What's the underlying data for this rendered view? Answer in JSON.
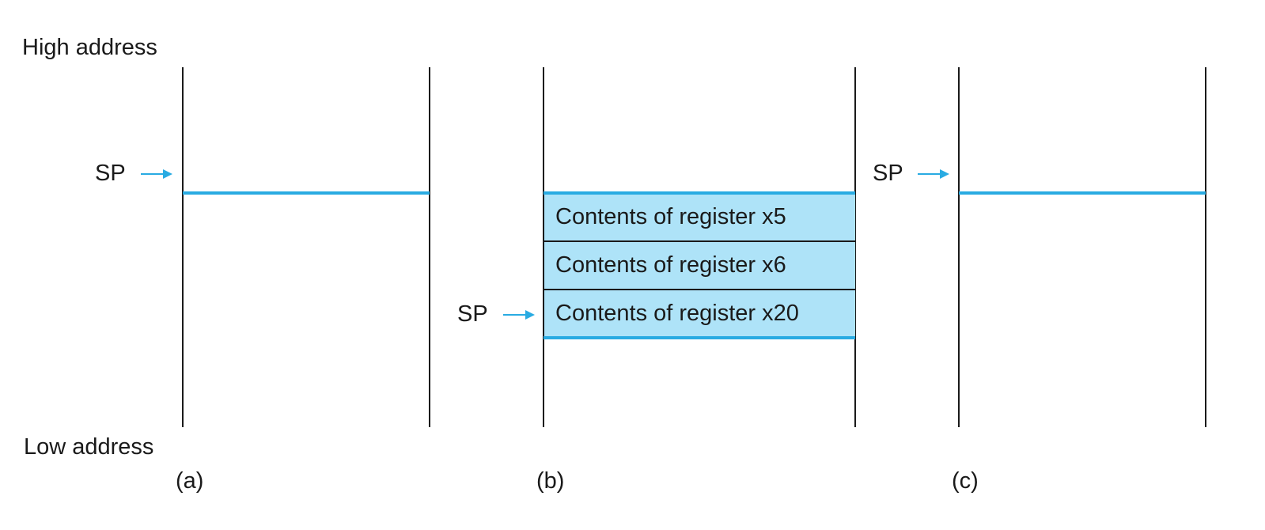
{
  "labels": {
    "high_address": "High address",
    "low_address": "Low address",
    "sp": "SP"
  },
  "panels": [
    {
      "caption": "(a)"
    },
    {
      "caption": "(b)",
      "stack": [
        "Contents of register x5",
        "Contents of register x6",
        "Contents of register x20"
      ]
    },
    {
      "caption": "(c)"
    }
  ],
  "colors": {
    "accent": "#29abe2",
    "fill": "#aee3f8",
    "line": "#1a1a1a"
  }
}
